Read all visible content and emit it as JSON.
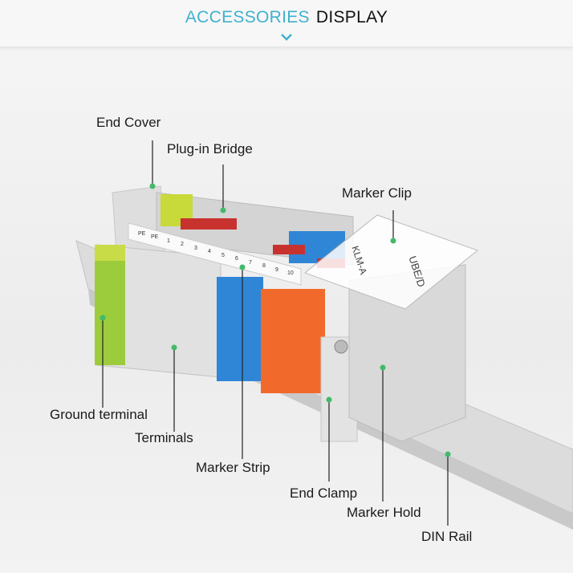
{
  "header": {
    "title_accent": "ACCESSORIES",
    "title_main": "DISPLAY",
    "accent_color": "#3fb1cf"
  },
  "labels": {
    "end_cover": "End Cover",
    "plug_in_bridge": "Plug-in Bridge",
    "marker_clip": "Marker Clip",
    "ground_terminal": "Ground terminal",
    "terminals": "Terminals",
    "marker_strip": "Marker Strip",
    "end_clamp": "End Clamp",
    "marker_hold": "Marker Hold",
    "din_rail": "DIN Rail"
  },
  "product": {
    "marker_numbers": [
      "PE",
      "PE",
      "1",
      "2",
      "3",
      "4",
      "5",
      "6",
      "7",
      "8",
      "9",
      "10"
    ],
    "marker_clip_text_1": "UBE/D",
    "marker_clip_text_2": "KLM-A"
  },
  "colors": {
    "dot": "#43b96a",
    "ground": "#9ccc3c",
    "blue": "#2f86d6",
    "orange": "#f26a2b",
    "gray": "#d8d8d8"
  }
}
